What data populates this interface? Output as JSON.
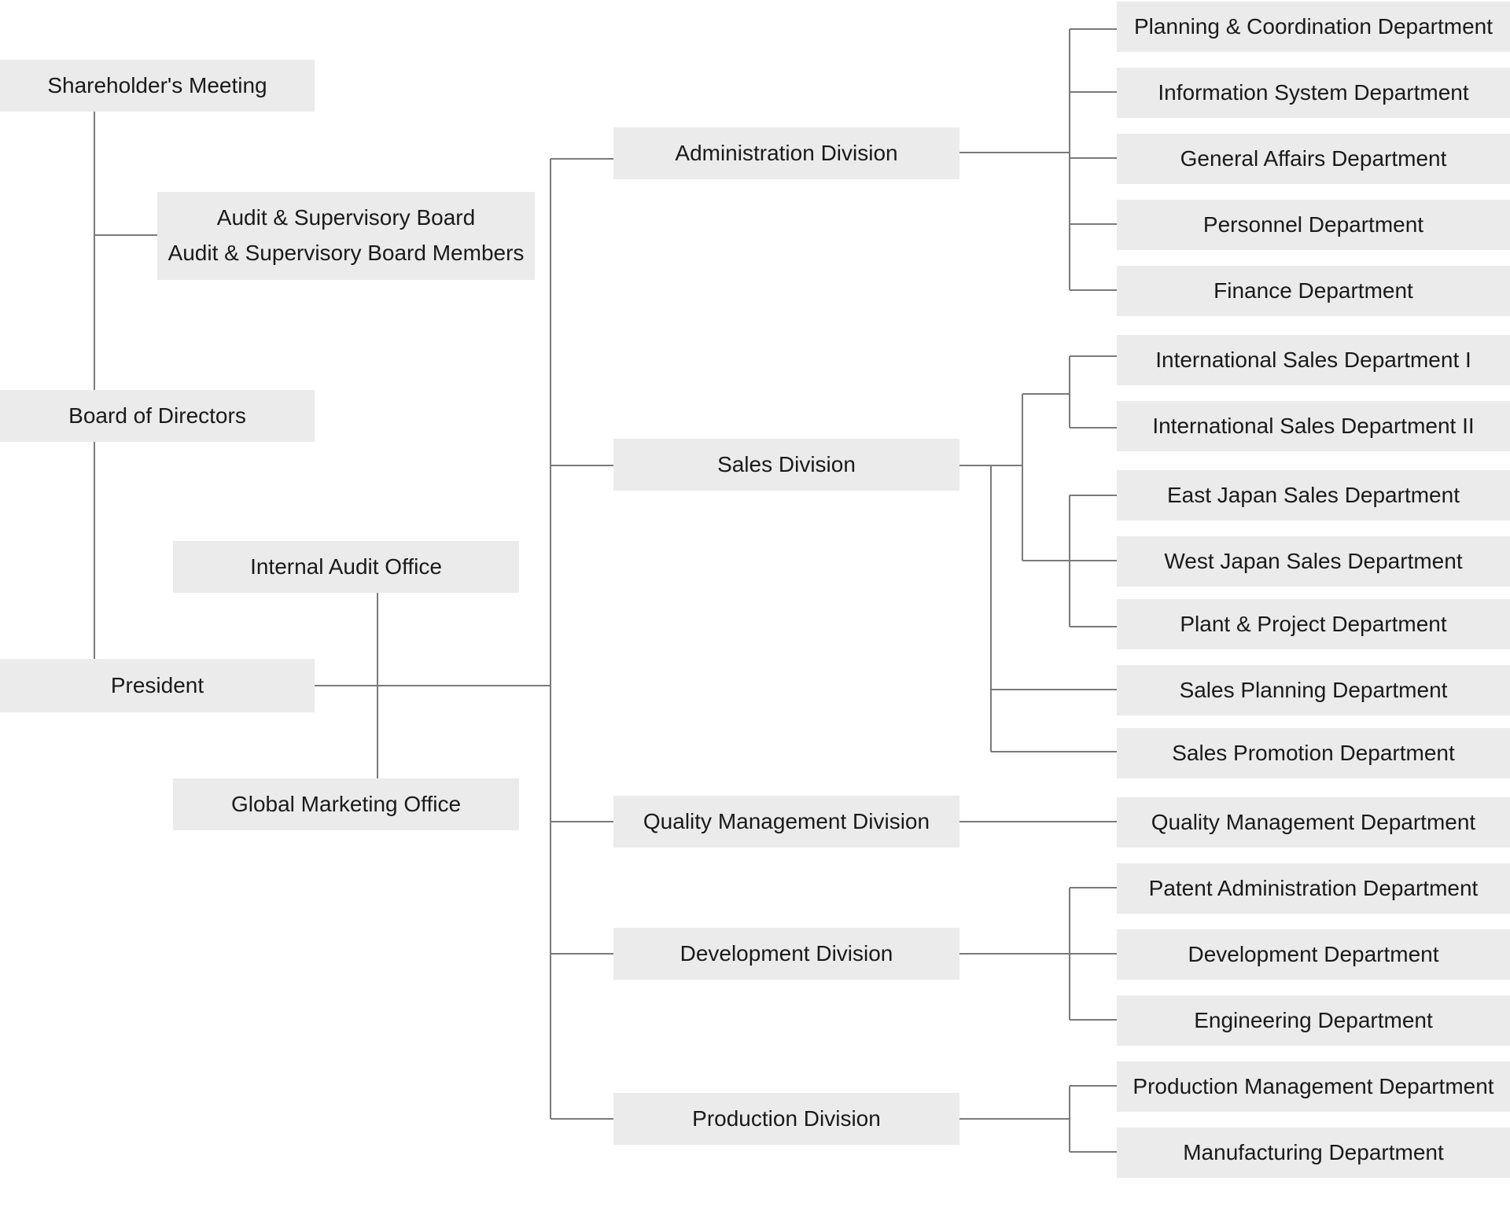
{
  "governance": {
    "shareholders": "Shareholder's Meeting",
    "audit_board_line1": "Audit & Supervisory Board",
    "audit_board_line2": "Audit & Supervisory Board Members",
    "board": "Board of Directors",
    "president": "President",
    "internal_audit": "Internal Audit Office",
    "global_marketing": "Global Marketing Office"
  },
  "divisions": {
    "administration": "Administration Division",
    "sales": "Sales Division",
    "quality": "Quality Management Division",
    "development": "Development Division",
    "production": "Production Division"
  },
  "departments": {
    "administration": [
      "Planning & Coordination Department",
      "Information System Department",
      "General Affairs Department",
      "Personnel Department",
      "Finance Department"
    ],
    "sales": [
      "International Sales Department I",
      "International Sales Department II",
      "East Japan Sales Department",
      "West Japan Sales Department",
      "Plant & Project Department",
      "Sales Planning Department",
      "Sales Promotion Department"
    ],
    "quality": [
      "Quality Management Department"
    ],
    "development": [
      "Patent Administration Department",
      "Development Department",
      "Engineering Department"
    ],
    "production": [
      "Production Management Department",
      "Manufacturing Department"
    ]
  }
}
